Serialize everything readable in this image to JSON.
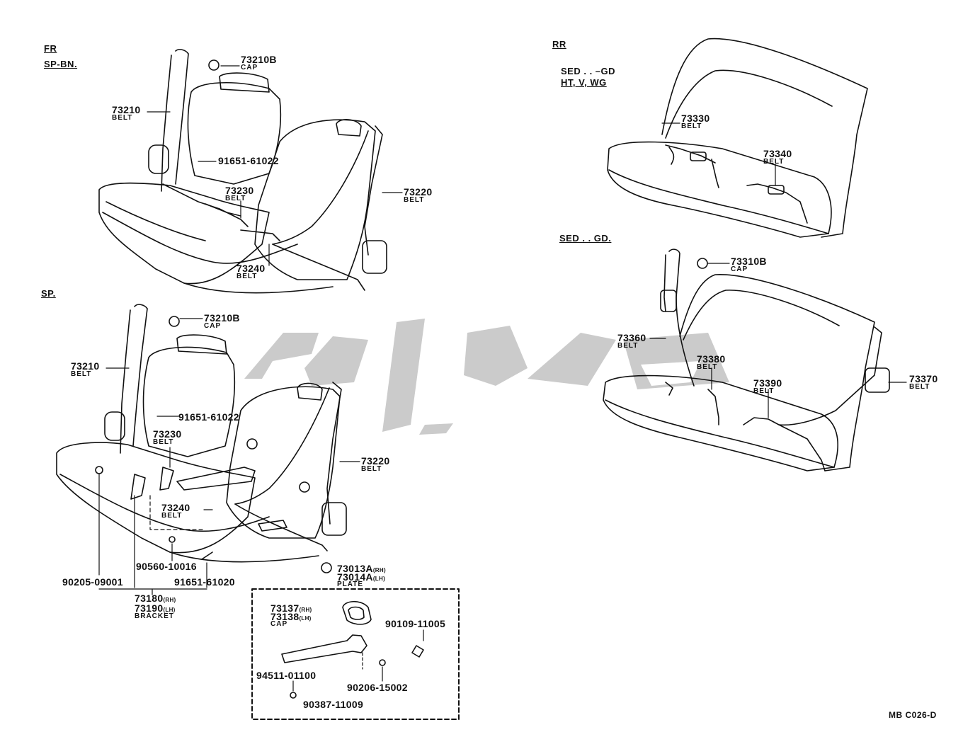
{
  "sections": {
    "fr": "FR",
    "sp_bn": "SP-BN.",
    "sp": "SP.",
    "rr": "RR",
    "sed_gd_line1": "SED . . –GD",
    "sed_gd_line2": "HT, V, WG",
    "sed_gd2": "SED . . GD."
  },
  "parts": {
    "fr_cap_num": "73210B",
    "fr_cap_name": "CAP",
    "fr_belt1_num": "73210",
    "fr_belt1_name": "BELT",
    "fr_bolt": "91651-61022",
    "fr_belt2_num": "73230",
    "fr_belt2_name": "BELT",
    "fr_belt3_num": "73220",
    "fr_belt3_name": "BELT",
    "fr_belt4_num": "73240",
    "fr_belt4_name": "BELT",
    "sp_cap_num": "73210B",
    "sp_cap_name": "CAP",
    "sp_belt1_num": "73210",
    "sp_belt1_name": "BELT",
    "sp_bolt": "91651-61022",
    "sp_belt2_num": "73230",
    "sp_belt2_name": "BELT",
    "sp_belt3_num": "73220",
    "sp_belt3_name": "BELT",
    "sp_belt4_num": "73240",
    "sp_belt4_name": "BELT",
    "sp_washer": "90560-10016",
    "sp_bolt2": "91651-61020",
    "sp_nut": "90205-09001",
    "sp_bracket_num1": "73180",
    "sp_bracket_rh": "(RH)",
    "sp_bracket_num2": "73190",
    "sp_bracket_lh": "(LH)",
    "sp_bracket_name": "BRACKET",
    "plate_num1": "73013A",
    "plate_rh": "(RH)",
    "plate_num2": "73014A",
    "plate_lh": "(LH)",
    "plate_name": "PLATE",
    "inset_cap_num1": "73137",
    "inset_cap_rh": "(RH)",
    "inset_cap_num2": "73138",
    "inset_cap_lh": "(LH)",
    "inset_cap_name": "CAP",
    "inset_screw": "90109-11005",
    "inset_clip": "94511-01100",
    "inset_washer": "90206-15002",
    "inset_nut": "90387-11009",
    "rr_belt1_num": "73330",
    "rr_belt1_name": "BELT",
    "rr_belt2_num": "73340",
    "rr_belt2_name": "BELT",
    "rr_cap_num": "73310B",
    "rr_cap_name": "CAP",
    "rr_belt3_num": "73360",
    "rr_belt3_name": "BELT",
    "rr_belt4_num": "73380",
    "rr_belt4_name": "BELT",
    "rr_belt5_num": "73390",
    "rr_belt5_name": "BELT",
    "rr_belt6_num": "73370",
    "rr_belt6_name": "BELT"
  },
  "diagram_code": "MB C026-D",
  "colors": {
    "line": "#111111",
    "watermark": "#c8c8c8"
  }
}
